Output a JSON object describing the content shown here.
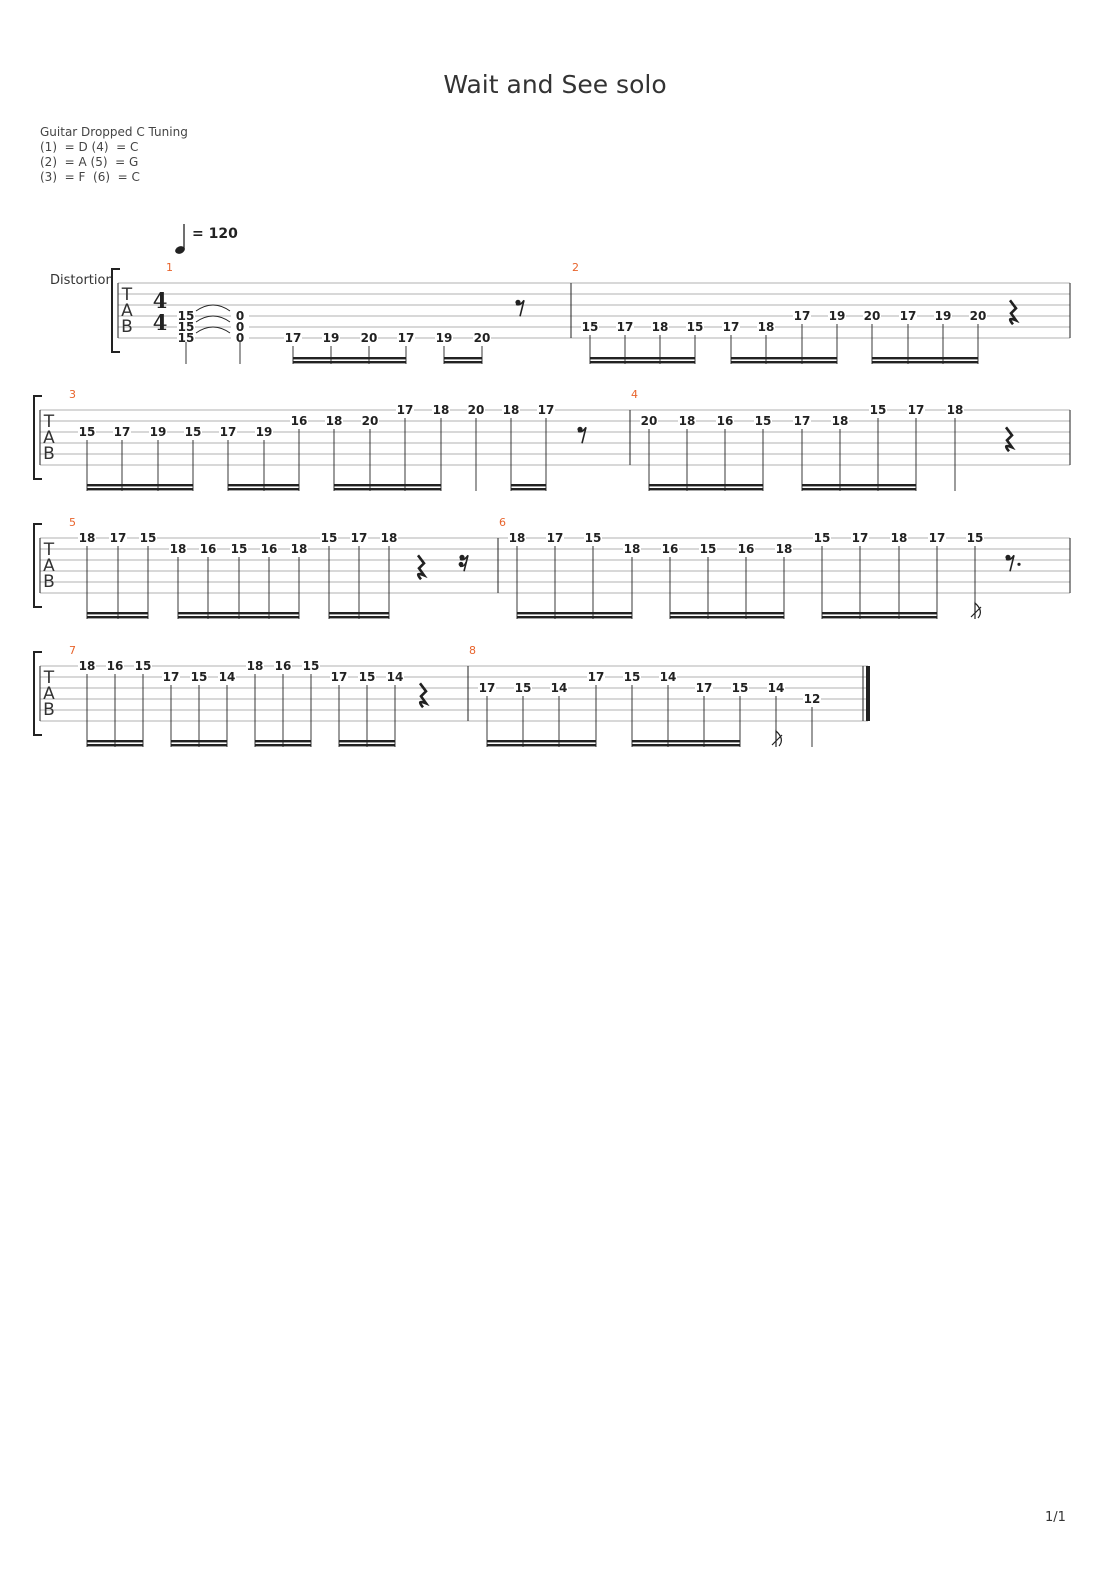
{
  "title": "Wait and See solo",
  "tuning": {
    "name": "Guitar Dropped C Tuning",
    "lines": [
      "(1)  = D (4)  = C",
      "(2)  = A (5)  = G",
      "(3)  = F  (6)  = C"
    ]
  },
  "tempo": {
    "bpm": "= 120"
  },
  "instrument": "Distortion",
  "tab_label": [
    "T",
    "A",
    "B"
  ],
  "time_signature": {
    "top": "4",
    "bottom": "4"
  },
  "page_number": "1/1",
  "colors": {
    "measure_number": "#e8642c",
    "ink": "#222222",
    "staff_line": "#999999"
  },
  "measures": [
    {
      "number": "1",
      "notes": [
        {
          "chord": [
            {
              "string": 4,
              "fret": "15"
            },
            {
              "string": 5,
              "fret": "15"
            },
            {
              "string": 6,
              "fret": "15"
            }
          ],
          "tie": true
        },
        {
          "chord": [
            {
              "string": 4,
              "fret": "0"
            },
            {
              "string": 5,
              "fret": "0"
            },
            {
              "string": 6,
              "fret": "0"
            }
          ]
        },
        {
          "string": 6,
          "fret": "17"
        },
        {
          "string": 6,
          "fret": "19"
        },
        {
          "string": 6,
          "fret": "20"
        },
        {
          "string": 6,
          "fret": "17"
        },
        {
          "string": 6,
          "fret": "19"
        },
        {
          "string": 6,
          "fret": "20"
        }
      ]
    },
    {
      "number": "2",
      "notes": [
        {
          "string": 5,
          "fret": "15"
        },
        {
          "string": 5,
          "fret": "17"
        },
        {
          "string": 5,
          "fret": "18"
        },
        {
          "string": 5,
          "fret": "15"
        },
        {
          "string": 5,
          "fret": "17"
        },
        {
          "string": 5,
          "fret": "18"
        },
        {
          "string": 4,
          "fret": "17"
        },
        {
          "string": 4,
          "fret": "19"
        },
        {
          "string": 4,
          "fret": "20"
        },
        {
          "string": 4,
          "fret": "17"
        },
        {
          "string": 4,
          "fret": "19"
        },
        {
          "string": 4,
          "fret": "20"
        }
      ]
    },
    {
      "number": "3",
      "notes": [
        {
          "string": 3,
          "fret": "15"
        },
        {
          "string": 3,
          "fret": "17"
        },
        {
          "string": 3,
          "fret": "19"
        },
        {
          "string": 3,
          "fret": "15"
        },
        {
          "string": 3,
          "fret": "17"
        },
        {
          "string": 3,
          "fret": "19"
        },
        {
          "string": 2,
          "fret": "16"
        },
        {
          "string": 2,
          "fret": "18"
        },
        {
          "string": 2,
          "fret": "20"
        },
        {
          "string": 1,
          "fret": "17"
        },
        {
          "string": 1,
          "fret": "18"
        },
        {
          "string": 1,
          "fret": "20"
        },
        {
          "string": 1,
          "fret": "18"
        },
        {
          "string": 1,
          "fret": "17"
        }
      ]
    },
    {
      "number": "4",
      "notes": [
        {
          "string": 2,
          "fret": "20"
        },
        {
          "string": 2,
          "fret": "18"
        },
        {
          "string": 2,
          "fret": "16"
        },
        {
          "string": 2,
          "fret": "15"
        },
        {
          "string": 2,
          "fret": "17"
        },
        {
          "string": 2,
          "fret": "18"
        },
        {
          "string": 1,
          "fret": "15"
        },
        {
          "string": 1,
          "fret": "17"
        },
        {
          "string": 1,
          "fret": "18"
        }
      ]
    },
    {
      "number": "5",
      "notes": [
        {
          "string": 1,
          "fret": "18"
        },
        {
          "string": 1,
          "fret": "17"
        },
        {
          "string": 1,
          "fret": "15"
        },
        {
          "string": 2,
          "fret": "18"
        },
        {
          "string": 2,
          "fret": "16"
        },
        {
          "string": 2,
          "fret": "15"
        },
        {
          "string": 2,
          "fret": "16"
        },
        {
          "string": 2,
          "fret": "18"
        },
        {
          "string": 1,
          "fret": "15"
        },
        {
          "string": 1,
          "fret": "17"
        },
        {
          "string": 1,
          "fret": "18"
        }
      ]
    },
    {
      "number": "6",
      "notes": [
        {
          "string": 1,
          "fret": "18"
        },
        {
          "string": 1,
          "fret": "17"
        },
        {
          "string": 1,
          "fret": "15"
        },
        {
          "string": 2,
          "fret": "18"
        },
        {
          "string": 2,
          "fret": "16"
        },
        {
          "string": 2,
          "fret": "15"
        },
        {
          "string": 2,
          "fret": "16"
        },
        {
          "string": 2,
          "fret": "18"
        },
        {
          "string": 1,
          "fret": "15"
        },
        {
          "string": 1,
          "fret": "17"
        },
        {
          "string": 1,
          "fret": "18"
        },
        {
          "string": 1,
          "fret": "17"
        },
        {
          "string": 1,
          "fret": "15"
        }
      ]
    },
    {
      "number": "7",
      "notes": [
        {
          "string": 1,
          "fret": "18"
        },
        {
          "string": 1,
          "fret": "16"
        },
        {
          "string": 1,
          "fret": "15"
        },
        {
          "string": 2,
          "fret": "17"
        },
        {
          "string": 2,
          "fret": "15"
        },
        {
          "string": 2,
          "fret": "14"
        },
        {
          "string": 1,
          "fret": "18"
        },
        {
          "string": 1,
          "fret": "16"
        },
        {
          "string": 1,
          "fret": "15"
        },
        {
          "string": 2,
          "fret": "17"
        },
        {
          "string": 2,
          "fret": "15"
        },
        {
          "string": 2,
          "fret": "14"
        }
      ]
    },
    {
      "number": "8",
      "notes": [
        {
          "string": 3,
          "fret": "17"
        },
        {
          "string": 3,
          "fret": "15"
        },
        {
          "string": 3,
          "fret": "14"
        },
        {
          "string": 2,
          "fret": "17"
        },
        {
          "string": 2,
          "fret": "15"
        },
        {
          "string": 2,
          "fret": "14"
        },
        {
          "string": 3,
          "fret": "17"
        },
        {
          "string": 3,
          "fret": "15"
        },
        {
          "string": 3,
          "fret": "14"
        },
        {
          "string": 4,
          "fret": "12"
        }
      ]
    }
  ]
}
